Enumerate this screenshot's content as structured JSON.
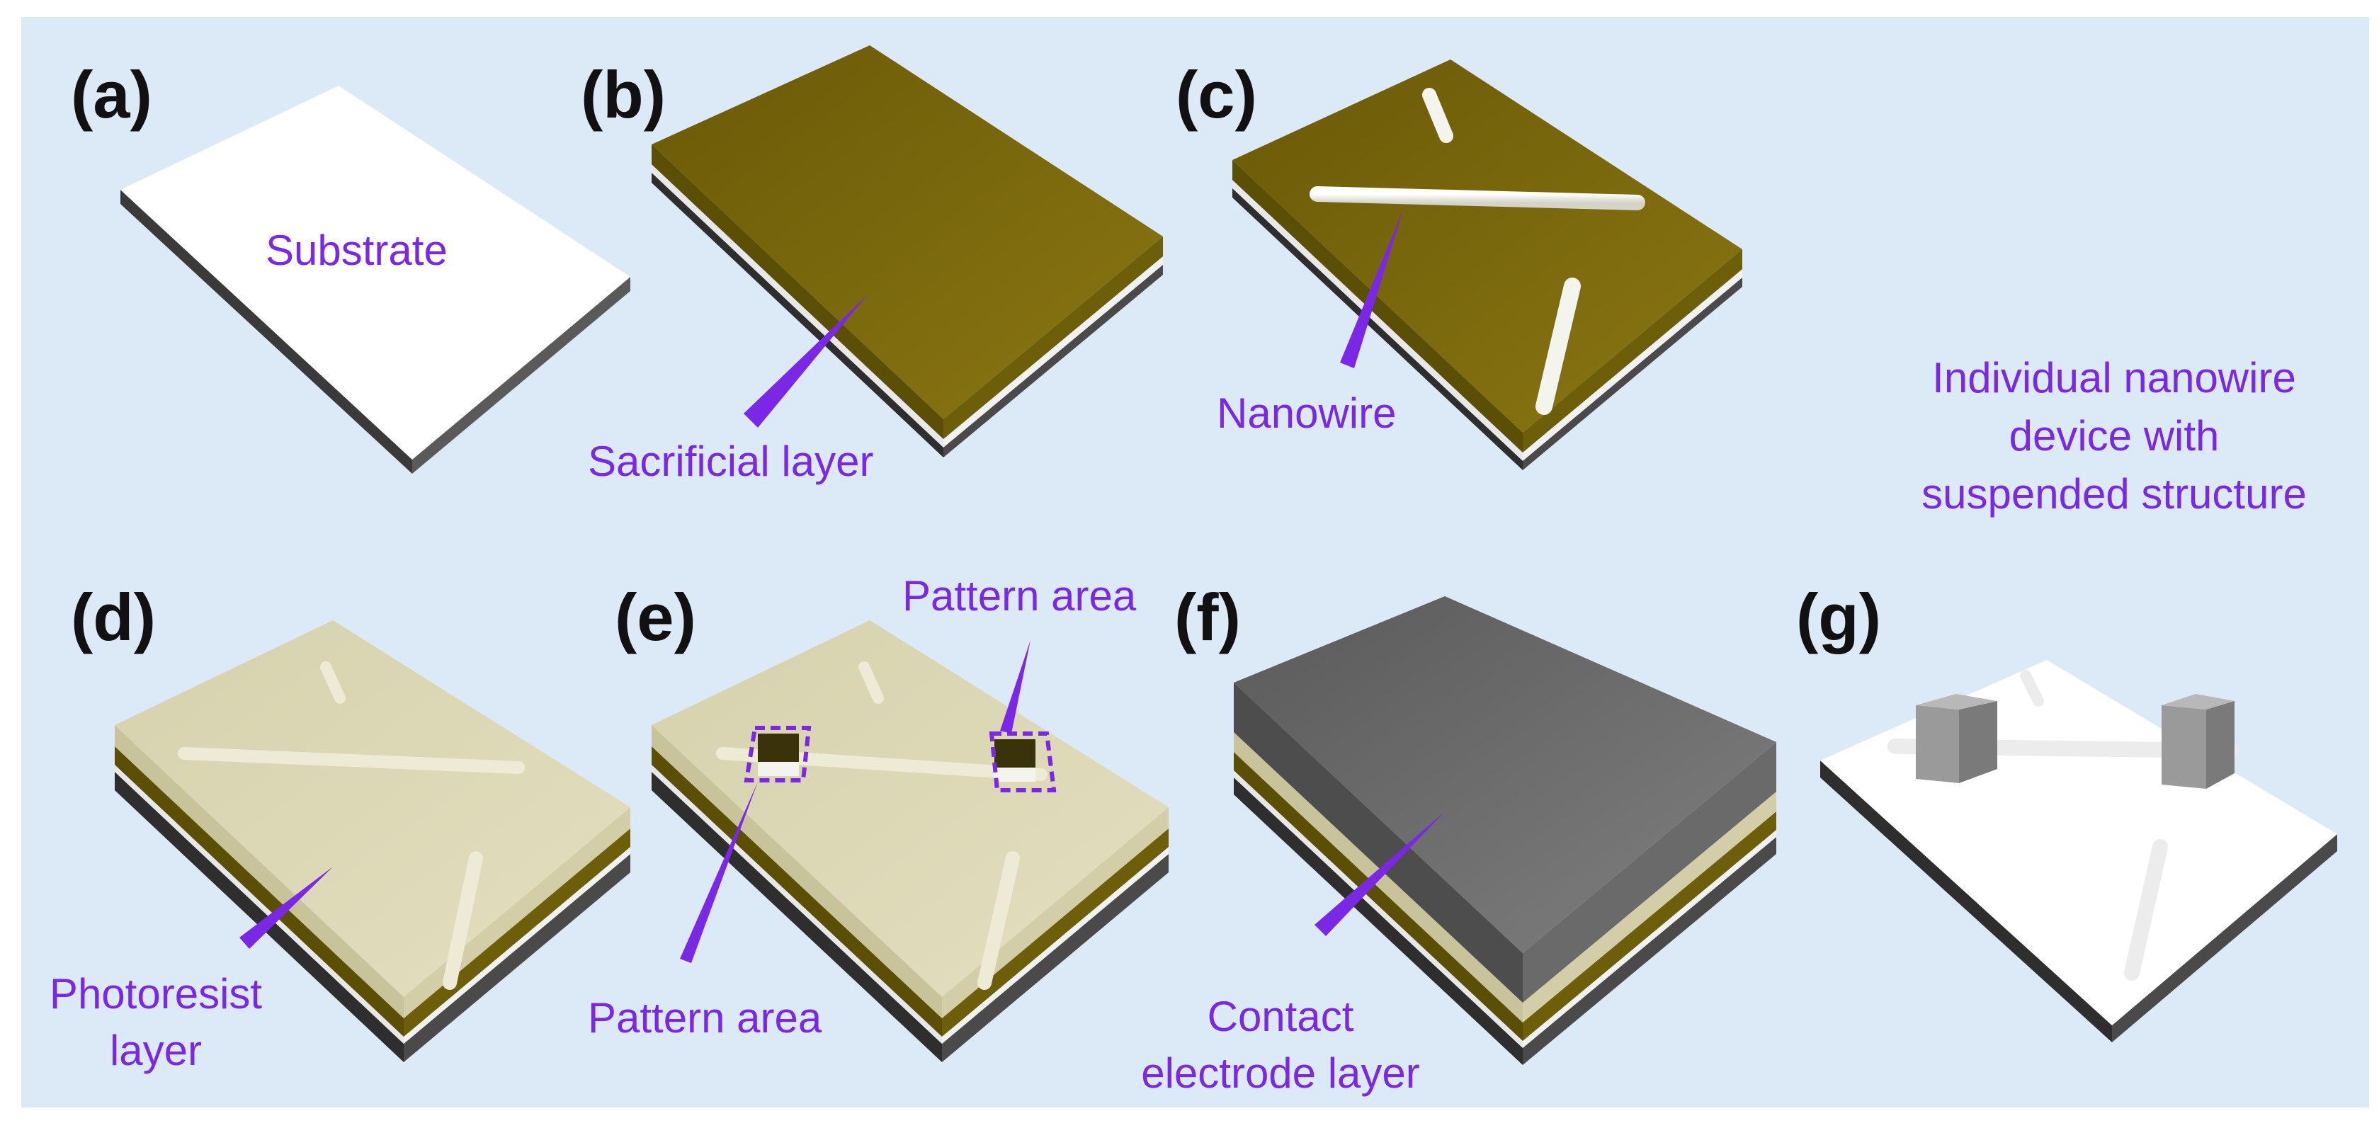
{
  "panels": [
    {
      "id": "a",
      "label": "(a)",
      "annotations": [
        "Substrate"
      ]
    },
    {
      "id": "b",
      "label": "(b)",
      "annotations": [
        "Sacrificial layer"
      ]
    },
    {
      "id": "c",
      "label": "(c)",
      "annotations": [
        "Nanowire"
      ]
    },
    {
      "id": "d",
      "label": "(d)",
      "annotations": [
        "Photoresist",
        "layer"
      ]
    },
    {
      "id": "e",
      "label": "(e)",
      "annotations": [
        "Pattern area",
        "Pattern area"
      ]
    },
    {
      "id": "f",
      "label": "(f)",
      "annotations": [
        "Contact",
        "electrode layer"
      ]
    },
    {
      "id": "g",
      "label": "(g)",
      "annotations": []
    }
  ],
  "caption_g": [
    "Individual nanowire",
    "device with",
    "suspended structure"
  ],
  "colors": {
    "background": "#dce9f6",
    "substrate_top": "#ffffff",
    "sacrificial": "#7a6a10",
    "photoresist": "#dcd8b4",
    "electrode": "#6e6e6e",
    "annotation": "#7a28e6"
  },
  "icons": [
    "pointer-wedge",
    "pattern-area-dashed-box"
  ]
}
